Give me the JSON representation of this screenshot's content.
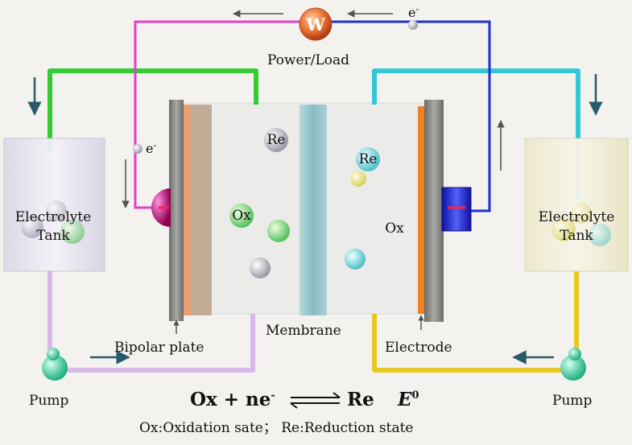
{
  "load": {
    "symbol": "W",
    "label": "Power/Load"
  },
  "electron_top": "e",
  "electron_left": "e",
  "electron_sup": "-",
  "left_tank": {
    "line1": "Electrolyte",
    "line2": "Tank"
  },
  "right_tank": {
    "line1": "Electrolyte",
    "line2": "Tank"
  },
  "species": {
    "re_left": "Re",
    "ox_left": "Ox",
    "re_right": "Re",
    "ox_right": "Ox"
  },
  "labels": {
    "bipolar_plate": "Bipolar plate",
    "membrane": "Membrane",
    "electrode": "Electrode",
    "pump_left": "Pump",
    "pump_right": "Pump"
  },
  "equation": {
    "left": "Ox + ne",
    "sup": "-",
    "right": "Re",
    "potential": "E",
    "potential_sup": "0"
  },
  "footnote": "Ox:Oxidation sate；  Re:Reduction state",
  "colors": {
    "left_loop": "#e040c8",
    "right_loop": "#2030d0",
    "top_left_pipe": "#33cc33",
    "top_right_pipe": "#33c8d8",
    "bottom_left_pipe": "#d8b8e8",
    "bottom_right_pipe": "#e8c820",
    "electrode_left": "#e8a070",
    "electrode_right": "#f08020",
    "membrane": "#9cc8cc",
    "plate": "#8a8a88"
  }
}
